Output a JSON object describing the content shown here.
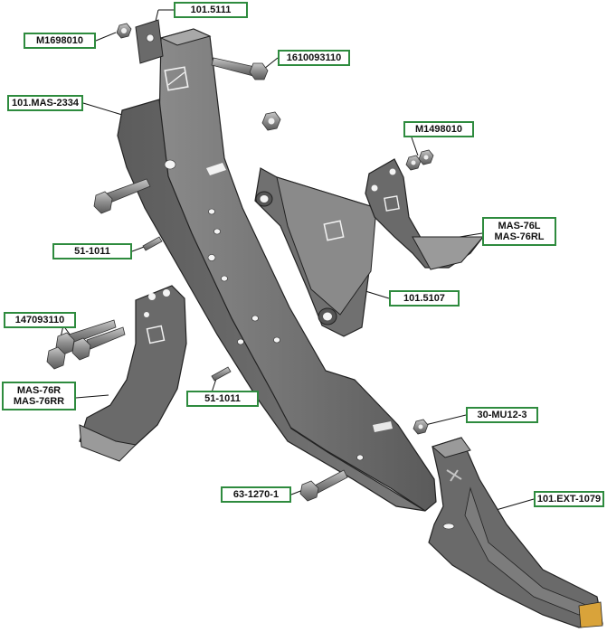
{
  "diagram": {
    "parts": {
      "plate_101_5111": "101.5111",
      "nut_m1698010": "M1698010",
      "bolt_1610093110": "1610093110",
      "shank_101_mas_2334": "101.MAS-2334",
      "nuts_m1498010": "M1498010",
      "wing_left": [
        "MAS-76L",
        "MAS-76RL"
      ],
      "pin_upper": "51-1011",
      "bracket_101_5107": "101.5107",
      "bolts_147093110": "147093110",
      "wing_right": [
        "MAS-76R",
        "MAS-76RR"
      ],
      "pin_lower": "51-1011",
      "nut_30_mu12_3": "30-MU12-3",
      "bolt_63_1270_1": "63-1270-1",
      "point_101_ext_1079": "101.EXT-1079"
    },
    "colors": {
      "callout_border": "#2e8b3e",
      "part_fill": "#6e6e6e",
      "part_dark": "#4a4a4a",
      "part_light": "#9a9a9a",
      "tip_accent": "#d9a33a"
    }
  }
}
